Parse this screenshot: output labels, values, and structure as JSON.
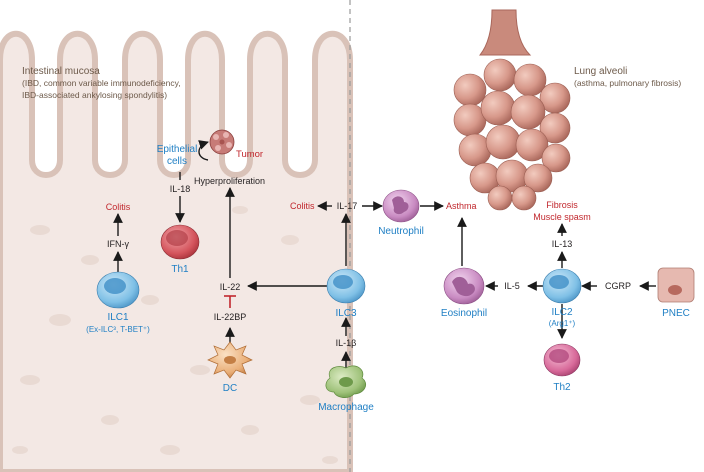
{
  "colors": {
    "mucosa_bg": "#f3e8e4",
    "divider": "#9a9a9a",
    "pathology_text": "#c1272d",
    "cell_label_text": "#1f7fc4",
    "region_text": "#6d5a4a",
    "arrow": "#1a1a1a"
  },
  "regions": {
    "intestine": {
      "title": "Intestinal mucosa",
      "subtitle_lines": [
        "(IBD, common variable immunodeficiency,",
        "IBD-associated ankylosing spondylitis)"
      ]
    },
    "lung": {
      "title": "Lung alveoli",
      "subtitle": "(asthma, pulmonary fibrosis)"
    }
  },
  "cells": {
    "epithelial": [
      "Epithelial",
      "cells"
    ],
    "th1": "Th1",
    "ilc1": "ILC1",
    "ilc1_sub": "(Ex-ILC³, T-BET⁺)",
    "dc": "DC",
    "ilc3": "ILC3",
    "macrophage": "Macrophage",
    "neutrophil": "Neutrophil",
    "eosinophil": "Eosinophil",
    "ilc2": "ILC2",
    "ilc2_sub": "(Arg1⁺)",
    "th2": "Th2",
    "pnec": "PNEC"
  },
  "mediators": {
    "il18": "IL-18",
    "ifng": "IFN-γ",
    "il22": "IL-22",
    "il22bp": "IL-22BP",
    "il1b": "IL-1β",
    "il17": "IL-17",
    "il5": "IL-5",
    "il13": "IL-13",
    "cgrp": "CGRP"
  },
  "outcomes": {
    "tumor": "Tumor",
    "hyperproliferation": "Hyperproliferation",
    "colitis_ilc1": "Colitis",
    "colitis_il17": "Colitis",
    "asthma": "Asthma",
    "fibrosis": "Fibrosis",
    "muscle_spasm": "Muscle spasm"
  }
}
